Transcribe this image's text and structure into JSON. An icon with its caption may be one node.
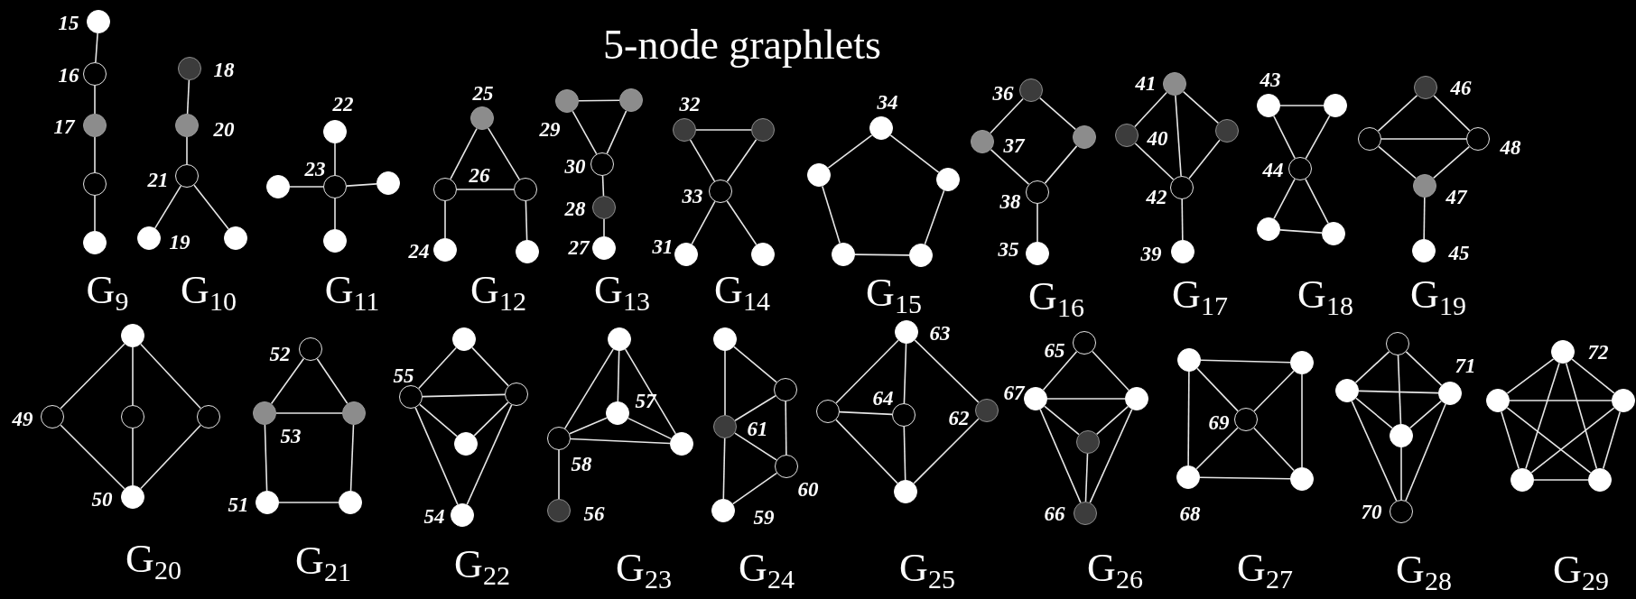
{
  "diagram": {
    "title": "5-node graphlets",
    "nodes": [
      {
        "text": [],
        "shape": "circle",
        "beside": [
          "15"
        ]
      },
      {
        "text": [],
        "shape": "circle",
        "beside": [
          "16"
        ]
      },
      {
        "text": [],
        "shape": "circle",
        "beside": [
          "17"
        ]
      },
      {
        "text": [],
        "shape": "circle"
      },
      {
        "text": [],
        "shape": "circle"
      },
      {
        "text": [],
        "shape": "circle",
        "beside": [
          "18"
        ]
      },
      {
        "text": [],
        "shape": "circle",
        "beside": [
          "20"
        ]
      },
      {
        "text": [],
        "shape": "circle",
        "beside": [
          "21"
        ]
      },
      {
        "text": [],
        "shape": "circle",
        "beside": [
          "19"
        ]
      },
      {
        "text": [],
        "shape": "circle"
      },
      {
        "text": [],
        "shape": "circle",
        "beside": [
          "22"
        ]
      },
      {
        "text": [],
        "shape": "circle"
      },
      {
        "text": [],
        "shape": "circle",
        "beside": [
          "23"
        ]
      },
      {
        "text": [],
        "shape": "circle"
      },
      {
        "text": [],
        "shape": "circle"
      },
      {
        "text": [],
        "shape": "circle",
        "beside": [
          "25"
        ]
      },
      {
        "text": [],
        "shape": "circle",
        "beside": [
          "26"
        ]
      },
      {
        "text": [],
        "shape": "circle"
      },
      {
        "text": [],
        "shape": "circle",
        "beside": [
          "24"
        ]
      },
      {
        "text": [],
        "shape": "circle"
      },
      {
        "text": [],
        "shape": "circle",
        "beside": [
          "29"
        ]
      },
      {
        "text": [],
        "shape": "circle"
      },
      {
        "text": [],
        "shape": "circle",
        "beside": [
          "30"
        ]
      },
      {
        "text": [],
        "shape": "circle",
        "beside": [
          "28"
        ]
      },
      {
        "text": [],
        "shape": "circle",
        "beside": [
          "27"
        ]
      },
      {
        "text": [],
        "shape": "circle",
        "beside": [
          "32"
        ]
      },
      {
        "text": [],
        "shape": "circle"
      },
      {
        "text": [],
        "shape": "circle",
        "beside": [
          "33"
        ]
      },
      {
        "text": [],
        "shape": "circle",
        "beside": [
          "31"
        ]
      },
      {
        "text": [],
        "shape": "circle"
      },
      {
        "text": [],
        "shape": "circle",
        "beside": [
          "34"
        ]
      },
      {
        "text": [],
        "shape": "circle"
      },
      {
        "text": [],
        "shape": "circle"
      },
      {
        "text": [],
        "shape": "circle"
      },
      {
        "text": [],
        "shape": "circle"
      },
      {
        "text": [],
        "shape": "circle",
        "beside": [
          "36"
        ]
      },
      {
        "text": [],
        "shape": "circle",
        "beside": [
          "37"
        ]
      },
      {
        "text": [],
        "shape": "circle"
      },
      {
        "text": [],
        "shape": "circle",
        "beside": [
          "38"
        ]
      },
      {
        "text": [],
        "shape": "circle",
        "beside": [
          "35"
        ]
      },
      {
        "text": [],
        "shape": "circle",
        "beside": [
          "41"
        ]
      },
      {
        "text": [],
        "shape": "circle",
        "beside": [
          "40"
        ]
      },
      {
        "text": [],
        "shape": "circle"
      },
      {
        "text": [],
        "shape": "circle",
        "beside": [
          "42"
        ]
      },
      {
        "text": [],
        "shape": "circle",
        "beside": [
          "39"
        ]
      },
      {
        "text": [],
        "shape": "circle",
        "beside": [
          "43"
        ]
      },
      {
        "text": [],
        "shape": "circle"
      },
      {
        "text": [],
        "shape": "circle",
        "beside": [
          "44"
        ]
      },
      {
        "text": [],
        "shape": "circle"
      },
      {
        "text": [],
        "shape": "circle"
      },
      {
        "text": [],
        "shape": "circle",
        "beside": [
          "46"
        ]
      },
      {
        "text": [],
        "shape": "circle"
      },
      {
        "text": [],
        "shape": "circle",
        "beside": [
          "48"
        ]
      },
      {
        "text": [],
        "shape": "circle",
        "beside": [
          "47"
        ]
      },
      {
        "text": [],
        "shape": "circle",
        "beside": [
          "45"
        ]
      },
      {
        "text": [],
        "shape": "circle"
      },
      {
        "text": [],
        "shape": "circle",
        "beside": [
          "49"
        ]
      },
      {
        "text": [],
        "shape": "circle"
      },
      {
        "text": [],
        "shape": "circle"
      },
      {
        "text": [],
        "shape": "circle",
        "beside": [
          "50"
        ]
      },
      {
        "text": [],
        "shape": "circle",
        "beside": [
          "52"
        ]
      },
      {
        "text": [],
        "shape": "circle",
        "beside": [
          "53"
        ]
      },
      {
        "text": [],
        "shape": "circle"
      },
      {
        "text": [],
        "shape": "circle",
        "beside": [
          "51"
        ]
      },
      {
        "text": [],
        "shape": "circle"
      },
      {
        "text": [],
        "shape": "circle"
      },
      {
        "text": [],
        "shape": "circle",
        "beside": [
          "55"
        ]
      },
      {
        "text": [],
        "shape": "circle"
      },
      {
        "text": [],
        "shape": "circle"
      },
      {
        "text": [],
        "shape": "circle",
        "beside": [
          "54"
        ]
      },
      {
        "text": [],
        "shape": "circle"
      },
      {
        "text": [],
        "shape": "circle",
        "beside": [
          "57"
        ]
      },
      {
        "text": [],
        "shape": "circle",
        "beside": [
          "58"
        ]
      },
      {
        "text": [],
        "shape": "circle"
      },
      {
        "text": [],
        "shape": "circle",
        "beside": [
          "56"
        ]
      },
      {
        "text": [],
        "shape": "circle"
      },
      {
        "text": [],
        "shape": "circle"
      },
      {
        "text": [],
        "shape": "circle",
        "beside": [
          "61"
        ]
      },
      {
        "text": [],
        "shape": "circle",
        "beside": [
          "60"
        ]
      },
      {
        "text": [],
        "shape": "circle",
        "beside": [
          "59"
        ]
      },
      {
        "text": [],
        "shape": "circle",
        "beside": [
          "63"
        ]
      },
      {
        "text": [],
        "shape": "circle"
      },
      {
        "text": [],
        "shape": "circle",
        "beside": [
          "64"
        ]
      },
      {
        "text": [],
        "shape": "circle",
        "beside": [
          "62"
        ]
      },
      {
        "text": [],
        "shape": "circle"
      },
      {
        "text": [],
        "shape": "circle",
        "beside": [
          "65"
        ]
      },
      {
        "text": [],
        "shape": "circle",
        "beside": [
          "67"
        ]
      },
      {
        "text": [],
        "shape": "circle"
      },
      {
        "text": [],
        "shape": "circle"
      },
      {
        "text": [],
        "shape": "circle",
        "beside": [
          "66"
        ]
      },
      {
        "text": [],
        "shape": "circle"
      },
      {
        "text": [],
        "shape": "circle"
      },
      {
        "text": [],
        "shape": "circle",
        "beside": [
          "69"
        ]
      },
      {
        "text": [],
        "shape": "circle",
        "beside": [
          "68"
        ]
      },
      {
        "text": [],
        "shape": "circle"
      },
      {
        "text": [],
        "shape": "circle"
      },
      {
        "text": [],
        "shape": "circle"
      },
      {
        "text": [],
        "shape": "circle",
        "beside": [
          "71"
        ]
      },
      {
        "text": [],
        "shape": "circle"
      },
      {
        "text": [],
        "shape": "circle",
        "beside": [
          "70"
        ]
      },
      {
        "text": [],
        "shape": "circle",
        "beside": [
          "72"
        ]
      },
      {
        "text": [],
        "shape": "circle"
      },
      {
        "text": [],
        "shape": "circle"
      },
      {
        "text": [],
        "shape": "circle"
      },
      {
        "text": [],
        "shape": "circle"
      }
    ],
    "edges": [
      {
        "from": 0,
        "to": 1,
        "arrow": "none"
      },
      {
        "from": 1,
        "to": 2,
        "arrow": "none"
      },
      {
        "from": 2,
        "to": 3,
        "arrow": "none"
      },
      {
        "from": 3,
        "to": 4,
        "arrow": "none"
      },
      {
        "from": 5,
        "to": 6,
        "arrow": "none"
      },
      {
        "from": 6,
        "to": 7,
        "arrow": "none"
      },
      {
        "from": 7,
        "to": 8,
        "arrow": "none"
      },
      {
        "from": 7,
        "to": 9,
        "arrow": "none"
      },
      {
        "from": 10,
        "to": 12,
        "arrow": "none"
      },
      {
        "from": 11,
        "to": 12,
        "arrow": "none"
      },
      {
        "from": 12,
        "to": 13,
        "arrow": "none"
      },
      {
        "from": 12,
        "to": 14,
        "arrow": "none"
      },
      {
        "from": 15,
        "to": 16,
        "arrow": "none"
      },
      {
        "from": 15,
        "to": 17,
        "arrow": "none"
      },
      {
        "from": 16,
        "to": 17,
        "arrow": "none"
      },
      {
        "from": 16,
        "to": 18,
        "arrow": "none"
      },
      {
        "from": 17,
        "to": 19,
        "arrow": "none"
      },
      {
        "from": 20,
        "to": 21,
        "arrow": "none"
      },
      {
        "from": 20,
        "to": 22,
        "arrow": "none"
      },
      {
        "from": 21,
        "to": 22,
        "arrow": "none"
      },
      {
        "from": 22,
        "to": 23,
        "arrow": "none"
      },
      {
        "from": 23,
        "to": 24,
        "arrow": "none"
      },
      {
        "from": 25,
        "to": 26,
        "arrow": "none"
      },
      {
        "from": 25,
        "to": 27,
        "arrow": "none"
      },
      {
        "from": 26,
        "to": 27,
        "arrow": "none"
      },
      {
        "from": 27,
        "to": 28,
        "arrow": "none"
      },
      {
        "from": 27,
        "to": 29,
        "arrow": "none"
      },
      {
        "from": 30,
        "to": 31,
        "arrow": "none"
      },
      {
        "from": 30,
        "to": 32,
        "arrow": "none"
      },
      {
        "from": 31,
        "to": 33,
        "arrow": "none"
      },
      {
        "from": 32,
        "to": 34,
        "arrow": "none"
      },
      {
        "from": 33,
        "to": 34,
        "arrow": "none"
      },
      {
        "from": 35,
        "to": 36,
        "arrow": "none"
      },
      {
        "from": 35,
        "to": 37,
        "arrow": "none"
      },
      {
        "from": 36,
        "to": 38,
        "arrow": "none"
      },
      {
        "from": 37,
        "to": 38,
        "arrow": "none"
      },
      {
        "from": 38,
        "to": 39,
        "arrow": "none"
      },
      {
        "from": 40,
        "to": 41,
        "arrow": "none"
      },
      {
        "from": 40,
        "to": 42,
        "arrow": "none"
      },
      {
        "from": 40,
        "to": 43,
        "arrow": "none"
      },
      {
        "from": 41,
        "to": 43,
        "arrow": "none"
      },
      {
        "from": 42,
        "to": 43,
        "arrow": "none"
      },
      {
        "from": 43,
        "to": 44,
        "arrow": "none"
      },
      {
        "from": 45,
        "to": 46,
        "arrow": "none"
      },
      {
        "from": 45,
        "to": 47,
        "arrow": "none"
      },
      {
        "from": 46,
        "to": 47,
        "arrow": "none"
      },
      {
        "from": 47,
        "to": 48,
        "arrow": "none"
      },
      {
        "from": 47,
        "to": 49,
        "arrow": "none"
      },
      {
        "from": 48,
        "to": 49,
        "arrow": "none"
      },
      {
        "from": 50,
        "to": 51,
        "arrow": "none"
      },
      {
        "from": 50,
        "to": 52,
        "arrow": "none"
      },
      {
        "from": 51,
        "to": 52,
        "arrow": "none"
      },
      {
        "from": 51,
        "to": 53,
        "arrow": "none"
      },
      {
        "from": 52,
        "to": 53,
        "arrow": "none"
      },
      {
        "from": 53,
        "to": 54,
        "arrow": "none"
      },
      {
        "from": 55,
        "to": 56,
        "arrow": "none"
      },
      {
        "from": 55,
        "to": 57,
        "arrow": "none"
      },
      {
        "from": 55,
        "to": 58,
        "arrow": "none"
      },
      {
        "from": 56,
        "to": 59,
        "arrow": "none"
      },
      {
        "from": 57,
        "to": 59,
        "arrow": "none"
      },
      {
        "from": 58,
        "to": 59,
        "arrow": "none"
      },
      {
        "from": 60,
        "to": 61,
        "arrow": "none"
      },
      {
        "from": 60,
        "to": 62,
        "arrow": "none"
      },
      {
        "from": 61,
        "to": 62,
        "arrow": "none"
      },
      {
        "from": 61,
        "to": 63,
        "arrow": "none"
      },
      {
        "from": 62,
        "to": 64,
        "arrow": "none"
      },
      {
        "from": 63,
        "to": 64,
        "arrow": "none"
      },
      {
        "from": 65,
        "to": 66,
        "arrow": "none"
      },
      {
        "from": 65,
        "to": 67,
        "arrow": "none"
      },
      {
        "from": 66,
        "to": 67,
        "arrow": "none"
      },
      {
        "from": 66,
        "to": 68,
        "arrow": "none"
      },
      {
        "from": 67,
        "to": 68,
        "arrow": "none"
      },
      {
        "from": 66,
        "to": 69,
        "arrow": "none"
      },
      {
        "from": 67,
        "to": 69,
        "arrow": "none"
      },
      {
        "from": 70,
        "to": 71,
        "arrow": "none"
      },
      {
        "from": 70,
        "to": 72,
        "arrow": "none"
      },
      {
        "from": 70,
        "to": 73,
        "arrow": "none"
      },
      {
        "from": 71,
        "to": 72,
        "arrow": "none"
      },
      {
        "from": 71,
        "to": 73,
        "arrow": "none"
      },
      {
        "from": 72,
        "to": 73,
        "arrow": "none"
      },
      {
        "from": 72,
        "to": 74,
        "arrow": "none"
      },
      {
        "from": 75,
        "to": 76,
        "arrow": "none"
      },
      {
        "from": 75,
        "to": 77,
        "arrow": "none"
      },
      {
        "from": 76,
        "to": 77,
        "arrow": "none"
      },
      {
        "from": 76,
        "to": 78,
        "arrow": "none"
      },
      {
        "from": 77,
        "to": 78,
        "arrow": "none"
      },
      {
        "from": 77,
        "to": 79,
        "arrow": "none"
      },
      {
        "from": 78,
        "to": 79,
        "arrow": "none"
      },
      {
        "from": 80,
        "to": 81,
        "arrow": "none"
      },
      {
        "from": 80,
        "to": 82,
        "arrow": "none"
      },
      {
        "from": 80,
        "to": 83,
        "arrow": "none"
      },
      {
        "from": 81,
        "to": 82,
        "arrow": "none"
      },
      {
        "from": 81,
        "to": 84,
        "arrow": "none"
      },
      {
        "from": 82,
        "to": 84,
        "arrow": "none"
      },
      {
        "from": 83,
        "to": 84,
        "arrow": "none"
      },
      {
        "from": 85,
        "to": 86,
        "arrow": "none"
      },
      {
        "from": 85,
        "to": 87,
        "arrow": "none"
      },
      {
        "from": 86,
        "to": 87,
        "arrow": "none"
      },
      {
        "from": 86,
        "to": 88,
        "arrow": "none"
      },
      {
        "from": 87,
        "to": 88,
        "arrow": "none"
      },
      {
        "from": 86,
        "to": 89,
        "arrow": "none"
      },
      {
        "from": 87,
        "to": 89,
        "arrow": "none"
      },
      {
        "from": 88,
        "to": 89,
        "arrow": "none"
      },
      {
        "from": 90,
        "to": 91,
        "arrow": "none"
      },
      {
        "from": 90,
        "to": 92,
        "arrow": "none"
      },
      {
        "from": 91,
        "to": 92,
        "arrow": "none"
      },
      {
        "from": 90,
        "to": 93,
        "arrow": "none"
      },
      {
        "from": 91,
        "to": 94,
        "arrow": "none"
      },
      {
        "from": 92,
        "to": 93,
        "arrow": "none"
      },
      {
        "from": 92,
        "to": 94,
        "arrow": "none"
      },
      {
        "from": 93,
        "to": 94,
        "arrow": "none"
      },
      {
        "from": 95,
        "to": 96,
        "arrow": "none"
      },
      {
        "from": 95,
        "to": 97,
        "arrow": "none"
      },
      {
        "from": 95,
        "to": 98,
        "arrow": "none"
      },
      {
        "from": 96,
        "to": 97,
        "arrow": "none"
      },
      {
        "from": 96,
        "to": 98,
        "arrow": "none"
      },
      {
        "from": 97,
        "to": 98,
        "arrow": "none"
      },
      {
        "from": 96,
        "to": 99,
        "arrow": "none"
      },
      {
        "from": 97,
        "to": 99,
        "arrow": "none"
      },
      {
        "from": 98,
        "to": 99,
        "arrow": "none"
      },
      {
        "from": 100,
        "to": 101,
        "arrow": "none"
      },
      {
        "from": 100,
        "to": 102,
        "arrow": "none"
      },
      {
        "from": 100,
        "to": 103,
        "arrow": "none"
      },
      {
        "from": 100,
        "to": 104,
        "arrow": "none"
      },
      {
        "from": 101,
        "to": 102,
        "arrow": "none"
      },
      {
        "from": 101,
        "to": 103,
        "arrow": "none"
      },
      {
        "from": 101,
        "to": 104,
        "arrow": "none"
      },
      {
        "from": 102,
        "to": 103,
        "arrow": "none"
      },
      {
        "from": 102,
        "to": 104,
        "arrow": "none"
      },
      {
        "from": 103,
        "to": 104,
        "arrow": "none"
      }
    ],
    "labels": [
      "G$_{9}$",
      "G$_{10}$",
      "G$_{11}$",
      "G$_{12}$",
      "G$_{13}$",
      "G$_{14}$",
      "G$_{15}$",
      "G$_{16}$",
      "G$_{17}$",
      "G$_{18}$",
      "G$_{19}$",
      "G$_{20}$",
      "G$_{21}$",
      "G$_{22}$",
      "G$_{23}$",
      "G$_{24}$",
      "G$_{25}$",
      "G$_{26}$",
      "G$_{27}$",
      "G$_{28}$",
      "G$_{29}$"
    ]
  }
}
